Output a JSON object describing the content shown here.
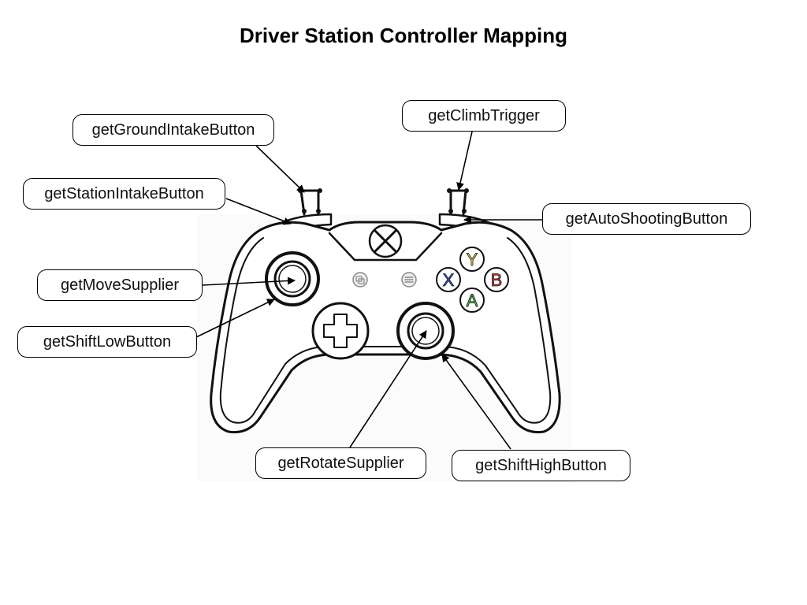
{
  "title": "Driver Station Controller Mapping",
  "labels": {
    "ground_intake": "getGroundIntakeButton",
    "climb_trigger": "getClimbTrigger",
    "station_intake": "getStationIntakeButton",
    "auto_shooting": "getAutoShootingButton",
    "move_supplier": "getMoveSupplier",
    "shift_low": "getShiftLowButton",
    "rotate_supplier": "getRotateSupplier",
    "shift_high": "getShiftHighButton"
  },
  "face_buttons": {
    "y": {
      "letter": "Y",
      "color": "#e8e04a"
    },
    "x": {
      "letter": "X",
      "color": "#3a5bd9"
    },
    "b": {
      "letter": "B",
      "color": "#e0443c"
    },
    "a": {
      "letter": "A",
      "color": "#56c24a"
    }
  }
}
